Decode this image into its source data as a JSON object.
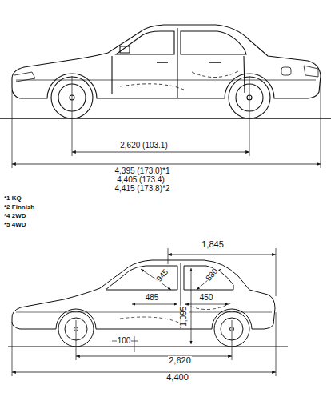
{
  "diagram": {
    "labels": [
      "2,620 (103.1)",
      "4,395 (173.0)*1",
      "4,405 (173.4)",
      "4,415 (173.8)*2",
      "*1 KQ",
      "*2 Finnish",
      "*4 2WD",
      "*5 4WD",
      "1,845",
      "945",
      "880",
      "485",
      "450",
      "1,095",
      "100",
      "2,620",
      "4,400"
    ]
  }
}
